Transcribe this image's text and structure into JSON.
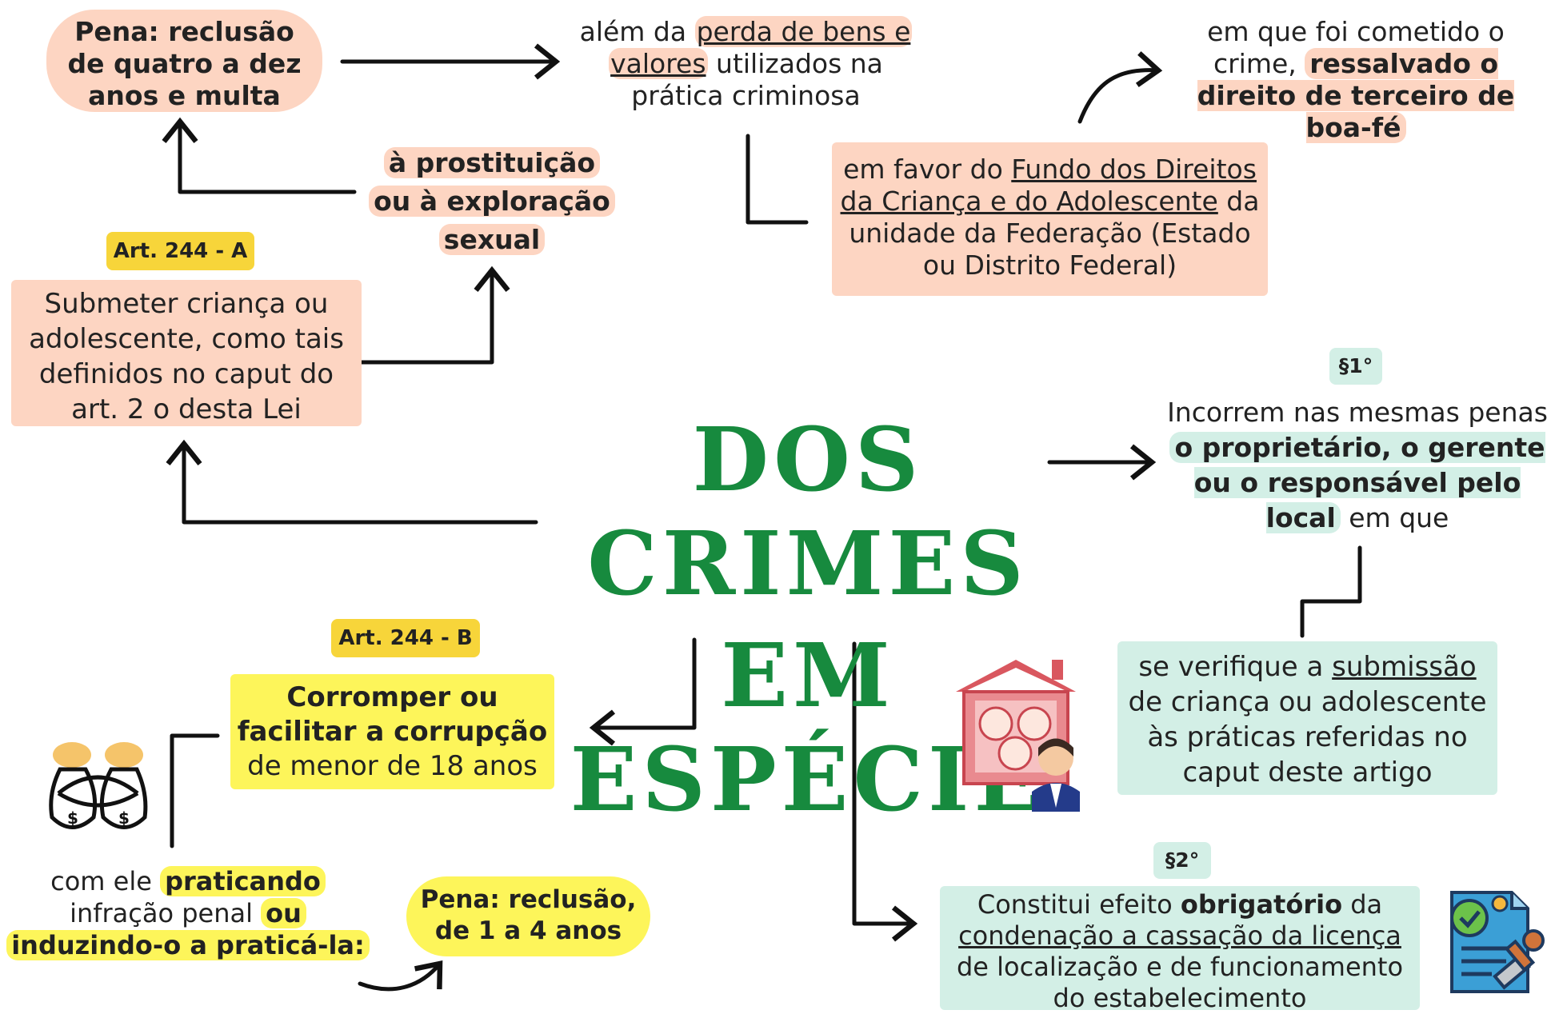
{
  "title": {
    "line1": "DOS CRIMES",
    "line2": "EM ESPÉCIE"
  },
  "art244a": {
    "tag": "Art. 244 - A",
    "text": "Submeter criança ou adolescente, como tais definidos no caput do art. 2 o desta Lei",
    "purpose": {
      "line1": "à prostituição",
      "line2": "ou à exploração",
      "line3": "sexual"
    },
    "penalty": {
      "line1": "Pena: reclusão",
      "line2": "de quatro a dez",
      "line3": "anos e multa"
    },
    "loss": {
      "pre": "além da ",
      "u1": "perda de bens e",
      "u2": "valores",
      "post": " utilizados na prática criminosa"
    },
    "fund": {
      "pre": "em favor do ",
      "u": "Fundo dos Direitos da Criança e do Adolescente",
      "post": " da unidade da Federação (Estado ou Distrito Federal)"
    },
    "third_party": {
      "pre": "em que foi cometido o crime, ",
      "bold": "ressalvado o direito de terceiro de boa-fé"
    }
  },
  "paragraph1": {
    "tag": "§1°",
    "pre": "Incorrem nas mesmas penas ",
    "bold": "o proprietário, o gerente ou o responsável pelo local",
    "post": " em que",
    "cont": {
      "pre": "se verifique a ",
      "u": "submissão",
      "post": " de criança ou adolescente às práticas referidas no caput deste artigo"
    }
  },
  "paragraph2": {
    "tag": "§2°",
    "pre": "Constitui efeito ",
    "bold": "obrigatório",
    "mid": " da ",
    "u": "condenação a cassação da licença",
    "post": " de localização e de funcionamento do estabelecimento"
  },
  "art244b": {
    "tag": "Art. 244 - B",
    "bold": "Corromper ou facilitar a corrupção",
    "post": "de menor de 18 anos",
    "with": {
      "pre": "com ele ",
      "b1": "praticando",
      "mid": " infração penal ",
      "b2": "ou",
      "b3": "induzindo-o a praticá-la:"
    },
    "penalty": {
      "line1": "Pena: reclusão,",
      "line2": "de 1 a 4 anos"
    }
  },
  "icons": [
    "money-bags-icon",
    "house-family-icon",
    "document-stamp-icon"
  ],
  "colors": {
    "peach": "#fdd5c2",
    "mint": "#d3efe6",
    "yellow": "#fdf55a",
    "tag_yellow": "#f7d53a",
    "title_green": "#178a3e"
  }
}
